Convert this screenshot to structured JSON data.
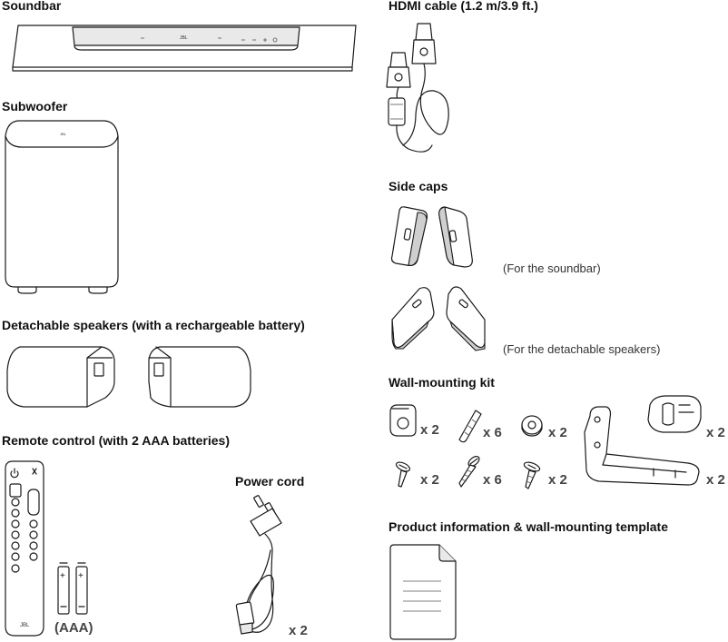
{
  "soundbar": {
    "title": "Soundbar",
    "logo": "JBL"
  },
  "subwoofer": {
    "title": "Subwoofer",
    "logo": "JBL"
  },
  "detachable": {
    "title": "Detachable speakers (with a rechargeable battery)"
  },
  "remote": {
    "title": "Remote control (with 2 AAA batteries)",
    "battery_label": "(AAA)",
    "logo": "JBL"
  },
  "power_cord": {
    "title": "Power cord",
    "qty": "x 2"
  },
  "hdmi": {
    "title": "HDMI cable (1.2 m/3.9 ft.)"
  },
  "side_caps": {
    "title": "Side caps",
    "soundbar_note": "(For the soundbar)",
    "speakers_note": "(For the detachable speakers)"
  },
  "wall_kit": {
    "title": "Wall-mounting kit",
    "items": [
      {
        "icon": "bracket-clip-icon",
        "qty": "x 2"
      },
      {
        "icon": "wall-plug-icon",
        "qty": "x 6"
      },
      {
        "icon": "washer-icon",
        "qty": "x 2"
      },
      {
        "icon": "wall-bracket-icon",
        "qty": "x 2"
      },
      {
        "icon": "short-screw-icon",
        "qty": "x 2"
      },
      {
        "icon": "long-screw-icon",
        "qty": "x 6"
      },
      {
        "icon": "mount-screw-icon",
        "qty": "x 2"
      },
      {
        "icon": "mounting-arm-icon",
        "qty": "x 2"
      }
    ]
  },
  "product_info": {
    "title": "Product information & wall-mounting template"
  }
}
